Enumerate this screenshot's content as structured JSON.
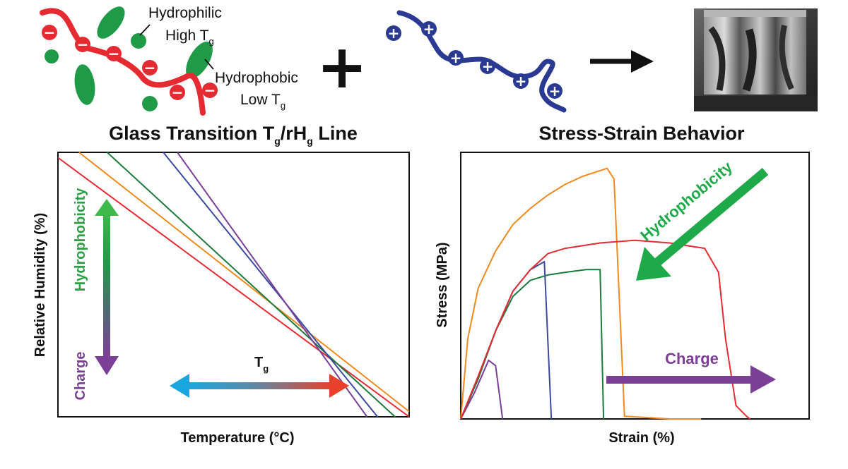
{
  "top": {
    "hydrophilic": {
      "line1": "Hydrophilic",
      "line2": "High T",
      "sub": "g"
    },
    "hydrophobic": {
      "line1": "Hydrophobic",
      "line2": "Low T",
      "sub": "g"
    },
    "plus_sign": "+",
    "negative_ion": "−",
    "positive_ion": "+"
  },
  "left_panel": {
    "title_main": "Glass Transition T",
    "title_sub1": "g",
    "title_mid": "/rH",
    "title_sub2": "g",
    "title_end": " Line",
    "xlabel": "Temperature (°C)",
    "ylabel": "Relative Humidity (%)",
    "arrow_top_label": "Hydrophobicity",
    "arrow_bottom_label": "Charge",
    "tg_label": "T",
    "tg_sub": "g"
  },
  "right_panel": {
    "title": "Stress-Strain Behavior",
    "xlabel": "Strain (%)",
    "ylabel": "Stress (MPa)",
    "hydrophobicity_label": "Hydrophobicity",
    "charge_label": "Charge"
  },
  "colors": {
    "red": "#e52a32",
    "green": "#1f9a47",
    "blue": "#2a3a92",
    "orange": "#f08a1e",
    "purple": "#7b3f98",
    "chart_green": "#1d7b3c",
    "chart_blue": "#3b4aa0",
    "arrow_cyan": "#1aa7df",
    "arrow_red": "#e8402a",
    "arrow_green": "#3dba4a"
  },
  "chart_data": [
    {
      "type": "line",
      "x_range": [
        0,
        1
      ],
      "y_range": [
        0,
        1
      ],
      "series": [
        {
          "color": "red",
          "x": [
            0.0,
            1.0
          ],
          "y": [
            0.98,
            0.0
          ]
        },
        {
          "color": "orange",
          "x": [
            0.06,
            1.0
          ],
          "y": [
            1.0,
            0.02
          ]
        },
        {
          "color": "green",
          "x": [
            0.14,
            0.96
          ],
          "y": [
            1.0,
            0.0
          ]
        },
        {
          "color": "blue",
          "x": [
            0.3,
            0.91
          ],
          "y": [
            1.0,
            0.0
          ]
        },
        {
          "color": "purple",
          "x": [
            0.34,
            0.88
          ],
          "y": [
            1.0,
            0.0
          ]
        }
      ]
    },
    {
      "type": "line",
      "x_range": [
        0,
        1
      ],
      "y_range": [
        0,
        1
      ],
      "series": [
        {
          "color": "purple",
          "x": [
            0.0,
            0.04,
            0.08,
            0.1,
            0.12
          ],
          "y": [
            0.0,
            0.1,
            0.22,
            0.2,
            0.0
          ]
        },
        {
          "color": "blue",
          "x": [
            0.0,
            0.05,
            0.1,
            0.15,
            0.2,
            0.24,
            0.26
          ],
          "y": [
            0.0,
            0.15,
            0.33,
            0.48,
            0.56,
            0.59,
            0.0
          ]
        },
        {
          "color": "green",
          "x": [
            0.0,
            0.05,
            0.1,
            0.15,
            0.2,
            0.25,
            0.3,
            0.36,
            0.4,
            0.41
          ],
          "y": [
            0.0,
            0.15,
            0.33,
            0.46,
            0.52,
            0.54,
            0.55,
            0.56,
            0.56,
            0.0
          ]
        },
        {
          "color": "orange",
          "x": [
            0.0,
            0.02,
            0.05,
            0.1,
            0.15,
            0.2,
            0.25,
            0.3,
            0.35,
            0.42,
            0.44,
            0.47,
            0.6,
            0.69
          ],
          "y": [
            0.0,
            0.3,
            0.49,
            0.63,
            0.73,
            0.79,
            0.84,
            0.88,
            0.91,
            0.94,
            0.9,
            0.01,
            0.0,
            0.0
          ]
        },
        {
          "color": "red",
          "x": [
            0.0,
            0.05,
            0.1,
            0.15,
            0.2,
            0.25,
            0.3,
            0.4,
            0.5,
            0.6,
            0.7,
            0.74,
            0.76,
            0.79,
            0.82,
            0.83
          ],
          "y": [
            0.0,
            0.16,
            0.33,
            0.48,
            0.56,
            0.62,
            0.64,
            0.66,
            0.67,
            0.66,
            0.64,
            0.55,
            0.3,
            0.05,
            0.01,
            0.0
          ]
        }
      ]
    }
  ]
}
